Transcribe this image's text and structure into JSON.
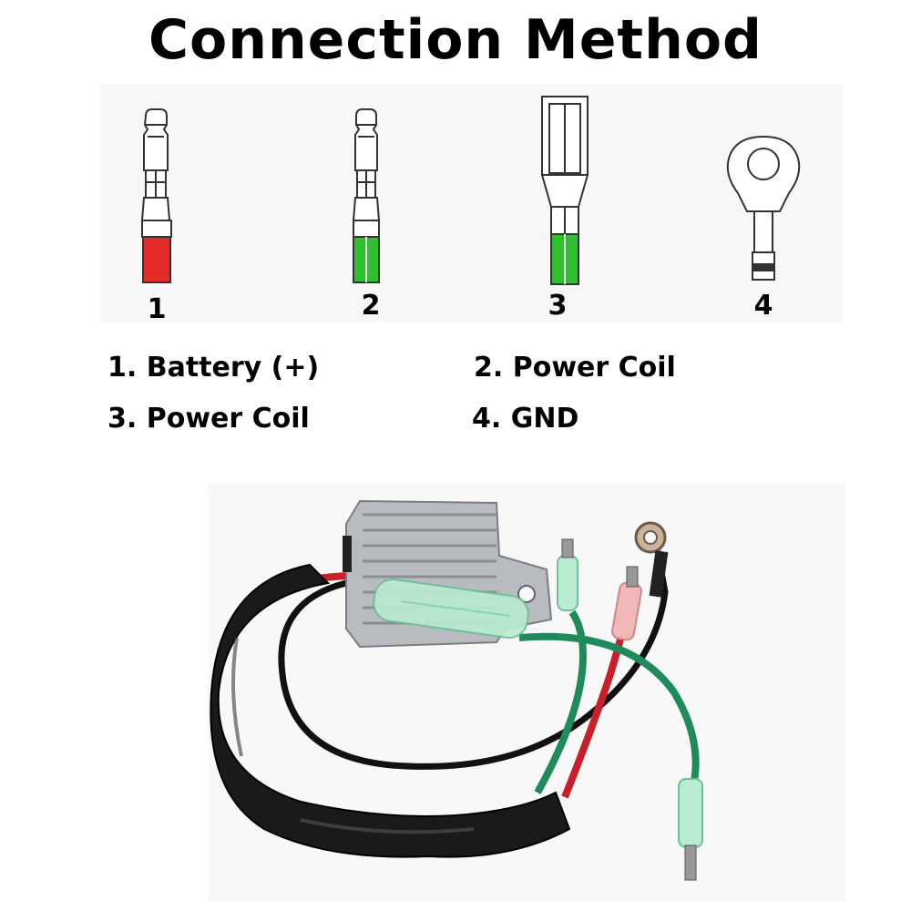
{
  "title": "Connection Method",
  "connectors": [
    {
      "number": "1",
      "type": "male-bullet",
      "color": "#e52a2a"
    },
    {
      "number": "2",
      "type": "male-bullet",
      "color": "#2fbf2f"
    },
    {
      "number": "3",
      "type": "female-bullet",
      "color": "#2fbf2f"
    },
    {
      "number": "4",
      "type": "ring-terminal",
      "color": "#ffffff"
    }
  ],
  "legend": [
    {
      "text": "1. Battery (+)"
    },
    {
      "text": "2. Power Coil"
    },
    {
      "text": "3. Power Coil"
    },
    {
      "text": "4. GND"
    }
  ],
  "colors": {
    "wire_red": "#c8202a",
    "wire_green": "#1f8a5a",
    "wire_black": "#111111",
    "housing": "#b8bcc0"
  }
}
